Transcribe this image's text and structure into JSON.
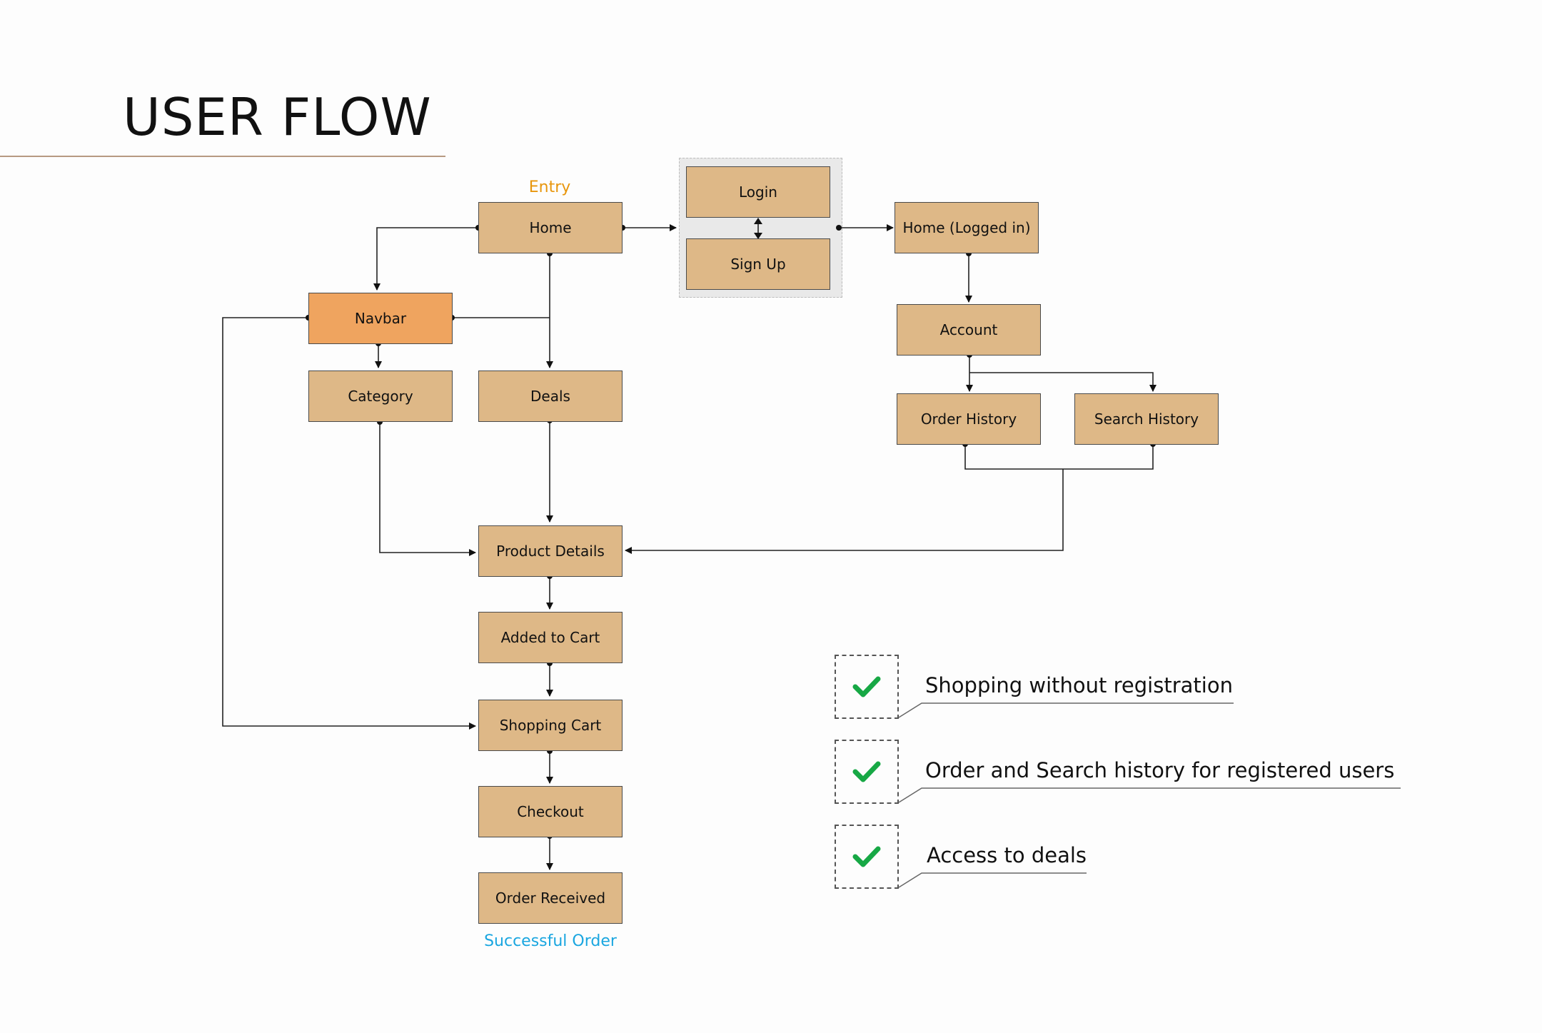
{
  "title": "USER FLOW",
  "captions": {
    "entry": "Entry",
    "success": "Successful Order"
  },
  "nodes": {
    "home": "Home",
    "login": "Login",
    "signup": "Sign Up",
    "home_logged_in": "Home (Logged in)",
    "navbar": "Navbar",
    "category": "Category",
    "deals": "Deals",
    "account": "Account",
    "order_history": "Order History",
    "search_history": "Search History",
    "product_details": "Product Details",
    "added_to_cart": "Added to Cart",
    "shopping_cart": "Shopping Cart",
    "checkout": "Checkout",
    "order_received": "Order Received"
  },
  "benefits": [
    {
      "label": "Shopping without registration",
      "icon": "check-icon"
    },
    {
      "label": "Order and Search history for registered users",
      "icon": "check-icon"
    },
    {
      "label": "Access to deals",
      "icon": "check-icon"
    }
  ],
  "colors": {
    "node": "#deb887",
    "highlight": "#efa45f",
    "entry": "#e8960c",
    "success": "#1aa6e0",
    "check": "#17a845",
    "rule": "#b79a82"
  }
}
